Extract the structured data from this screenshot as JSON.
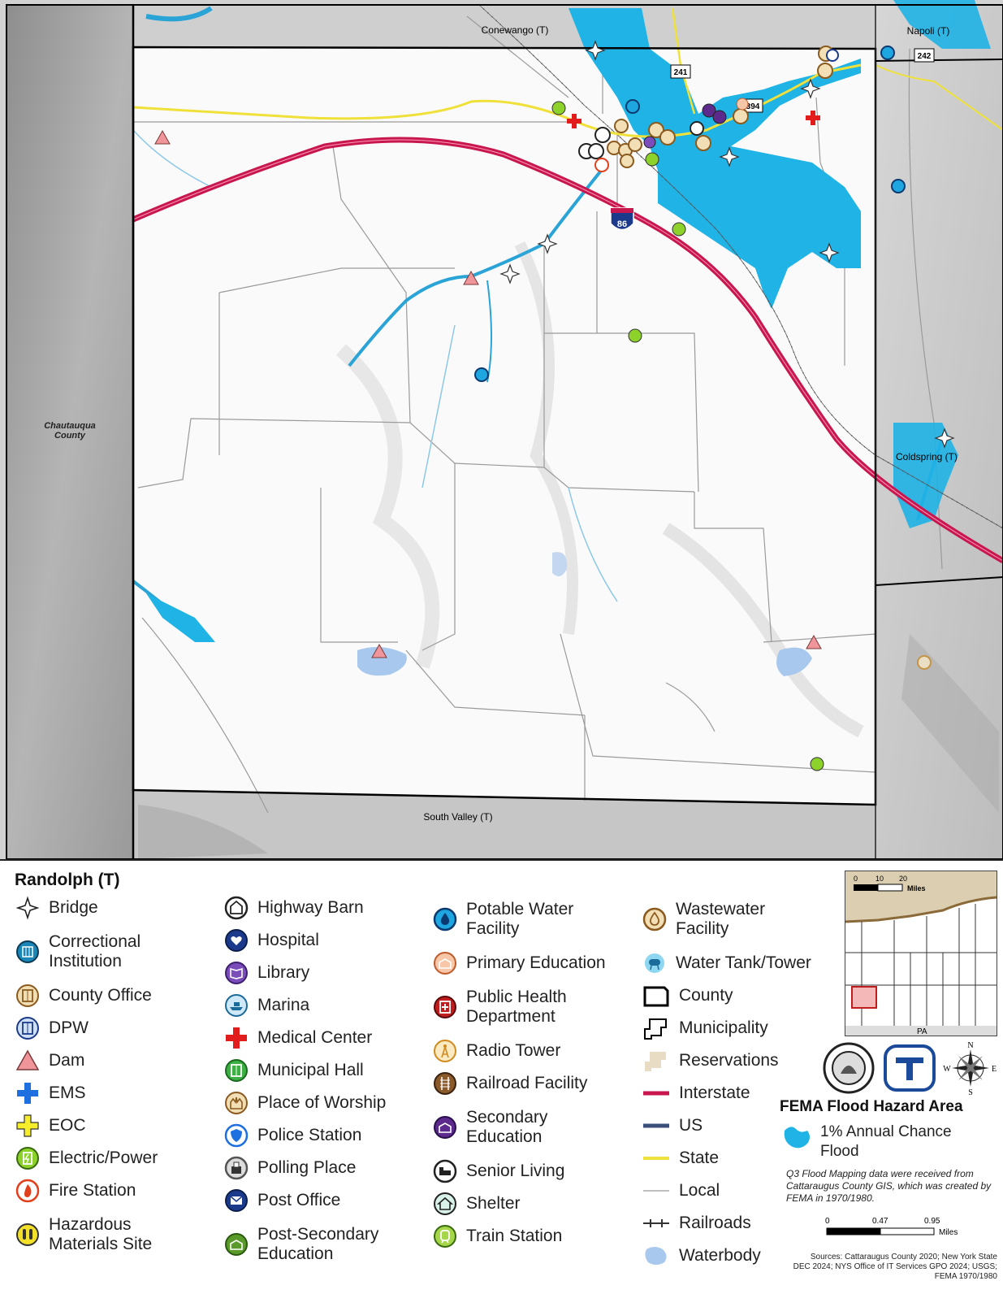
{
  "map": {
    "labels": {
      "conewango": "Conewango (T)",
      "napoli": "Napoli (T)",
      "coldspring": "Coldspring (T)",
      "south_valley": "South Valley (T)",
      "chautauqua": "Chautauqua County"
    },
    "shields": {
      "i86": "86",
      "us241": "241",
      "s242": "242",
      "s394": "394"
    }
  },
  "legend": {
    "title": "Randolph (T)",
    "col1": [
      {
        "label": "Bridge",
        "icon": "bridge-icon"
      },
      {
        "label": "Correctional Institution",
        "icon": "correctional-icon"
      },
      {
        "label": "County Office",
        "icon": "county-office-icon"
      },
      {
        "label": "DPW",
        "icon": "dpw-icon"
      },
      {
        "label": "Dam",
        "icon": "dam-icon"
      },
      {
        "label": "EMS",
        "icon": "ems-icon"
      },
      {
        "label": "EOC",
        "icon": "eoc-icon"
      },
      {
        "label": "Electric/Power",
        "icon": "electric-icon"
      },
      {
        "label": "Fire Station",
        "icon": "fire-station-icon"
      },
      {
        "label": "Hazardous Materials Site",
        "icon": "hazmat-icon"
      }
    ],
    "col2": [
      {
        "label": "Highway Barn",
        "icon": "highway-barn-icon"
      },
      {
        "label": "Hospital",
        "icon": "hospital-icon"
      },
      {
        "label": "Library",
        "icon": "library-icon"
      },
      {
        "label": "Marina",
        "icon": "marina-icon"
      },
      {
        "label": "Medical Center",
        "icon": "medical-center-icon"
      },
      {
        "label": "Municipal Hall",
        "icon": "municipal-hall-icon"
      },
      {
        "label": "Place of Worship",
        "icon": "worship-icon"
      },
      {
        "label": "Police Station",
        "icon": "police-icon"
      },
      {
        "label": "Polling Place",
        "icon": "polling-icon"
      },
      {
        "label": "Post Office",
        "icon": "post-office-icon"
      },
      {
        "label": "Post-Secondary Education",
        "icon": "post-secondary-icon"
      }
    ],
    "col3": [
      {
        "label": "Potable Water Facility",
        "icon": "potable-water-icon"
      },
      {
        "label": "Primary Education",
        "icon": "primary-education-icon"
      },
      {
        "label": "Public Health Department",
        "icon": "public-health-icon"
      },
      {
        "label": "Radio Tower",
        "icon": "radio-tower-icon"
      },
      {
        "label": "Railroad Facility",
        "icon": "railroad-facility-icon"
      },
      {
        "label": "Secondary Education",
        "icon": "secondary-education-icon"
      },
      {
        "label": "Senior Living",
        "icon": "senior-living-icon"
      },
      {
        "label": "Shelter",
        "icon": "shelter-icon"
      },
      {
        "label": "Train Station",
        "icon": "train-station-icon"
      }
    ],
    "col4": [
      {
        "label": "Wastewater Facility",
        "icon": "wastewater-icon"
      },
      {
        "label": "Water Tank/Tower",
        "icon": "water-tank-icon"
      },
      {
        "label": "County",
        "icon": "county-boundary-icon"
      },
      {
        "label": "Municipality",
        "icon": "municipality-boundary-icon"
      },
      {
        "label": "Reservations",
        "icon": "reservations-icon"
      },
      {
        "label": "Interstate",
        "icon": "interstate-line-icon"
      },
      {
        "label": "US",
        "icon": "us-line-icon"
      },
      {
        "label": "State",
        "icon": "state-line-icon"
      },
      {
        "label": "Local",
        "icon": "local-line-icon"
      },
      {
        "label": "Railroads",
        "icon": "railroads-icon"
      },
      {
        "label": "Waterbody",
        "icon": "waterbody-icon"
      }
    ],
    "inset": {
      "scale_0": "0",
      "scale_10": "10",
      "scale_20": "20",
      "scale_unit": "Miles",
      "state_label": "PA"
    },
    "fema": {
      "title": "FEMA Flood Hazard Area",
      "flood_label": "1% Annual Chance Flood",
      "note": "Q3 Flood Mapping data were received from Cattaraugus County GIS, which was created by FEMA in 1970/1980."
    },
    "scalebar": {
      "t0": "0",
      "t1": "0.47",
      "t2": "0.95",
      "unit": "Miles"
    },
    "compass": {
      "n": "N",
      "s": "S",
      "e": "E",
      "w": "W"
    },
    "sources": "Sources: Cattaraugus County 2020; New York State DEC 2024; NYS Office of IT Services GPO 2024; USGS; FEMA 1970/1980",
    "colors": {
      "flood": "#1fb3e6",
      "interstate": "#c8174f",
      "state": "#efe13a",
      "dam": "#f0959a"
    }
  }
}
